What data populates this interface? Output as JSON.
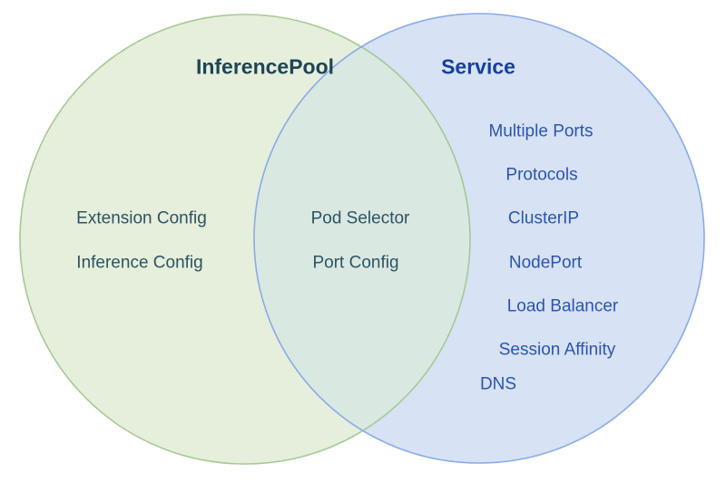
{
  "venn": {
    "left": {
      "title": "InferencePool",
      "items": [
        "Extension Config",
        "Inference Config"
      ],
      "fill": "#e5efdb",
      "stroke": "#a6c995",
      "title_color": "#1e4456",
      "item_color": "#2d5363"
    },
    "right": {
      "title": "Service",
      "items": [
        "Multiple Ports",
        "Protocols",
        "ClusterIP",
        "NodePort",
        "Load Balancer",
        "Session Affinity",
        "DNS"
      ],
      "fill": "#d7e2f5",
      "stroke": "#89abe9",
      "title_color": "#17409c",
      "item_color": "#2b55b0"
    },
    "overlap": {
      "items": [
        "Pod Selector",
        "Port Config"
      ],
      "fill": "#dae8e2",
      "item_color": "#2d5363"
    }
  }
}
